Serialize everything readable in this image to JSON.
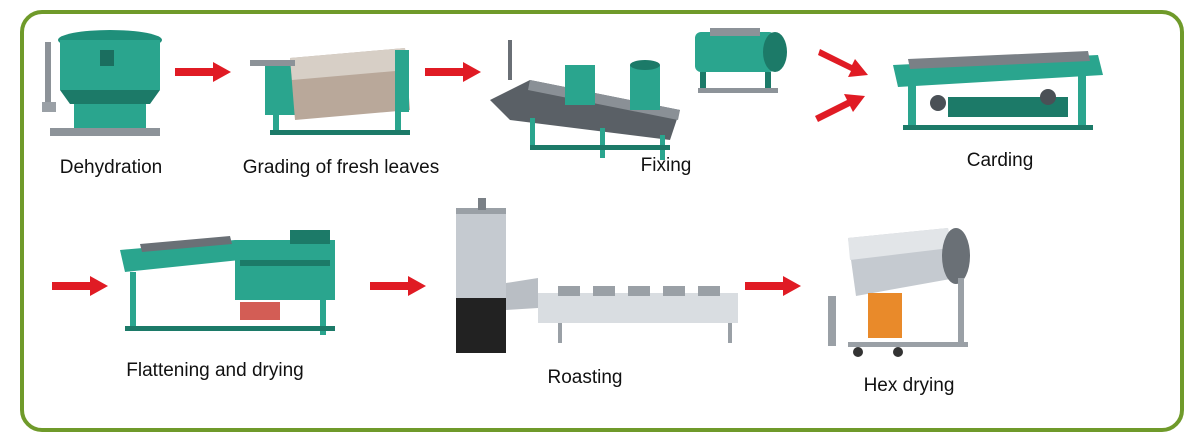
{
  "colors": {
    "frame": "#6f9a2a",
    "machine_teal": "#2aa58e",
    "machine_dark": "#1c7a68",
    "steel": "#b9bec4",
    "arrow": "#e01b24"
  },
  "icons": {
    "arrow": "red-arrow-icon"
  },
  "steps": [
    {
      "label": "Dehydration"
    },
    {
      "label": "Grading of fresh leaves"
    },
    {
      "label": "Fixing"
    },
    {
      "label": "Carding"
    },
    {
      "label": "Flattening and drying"
    },
    {
      "label": "Roasting"
    },
    {
      "label": "Hex drying"
    }
  ]
}
